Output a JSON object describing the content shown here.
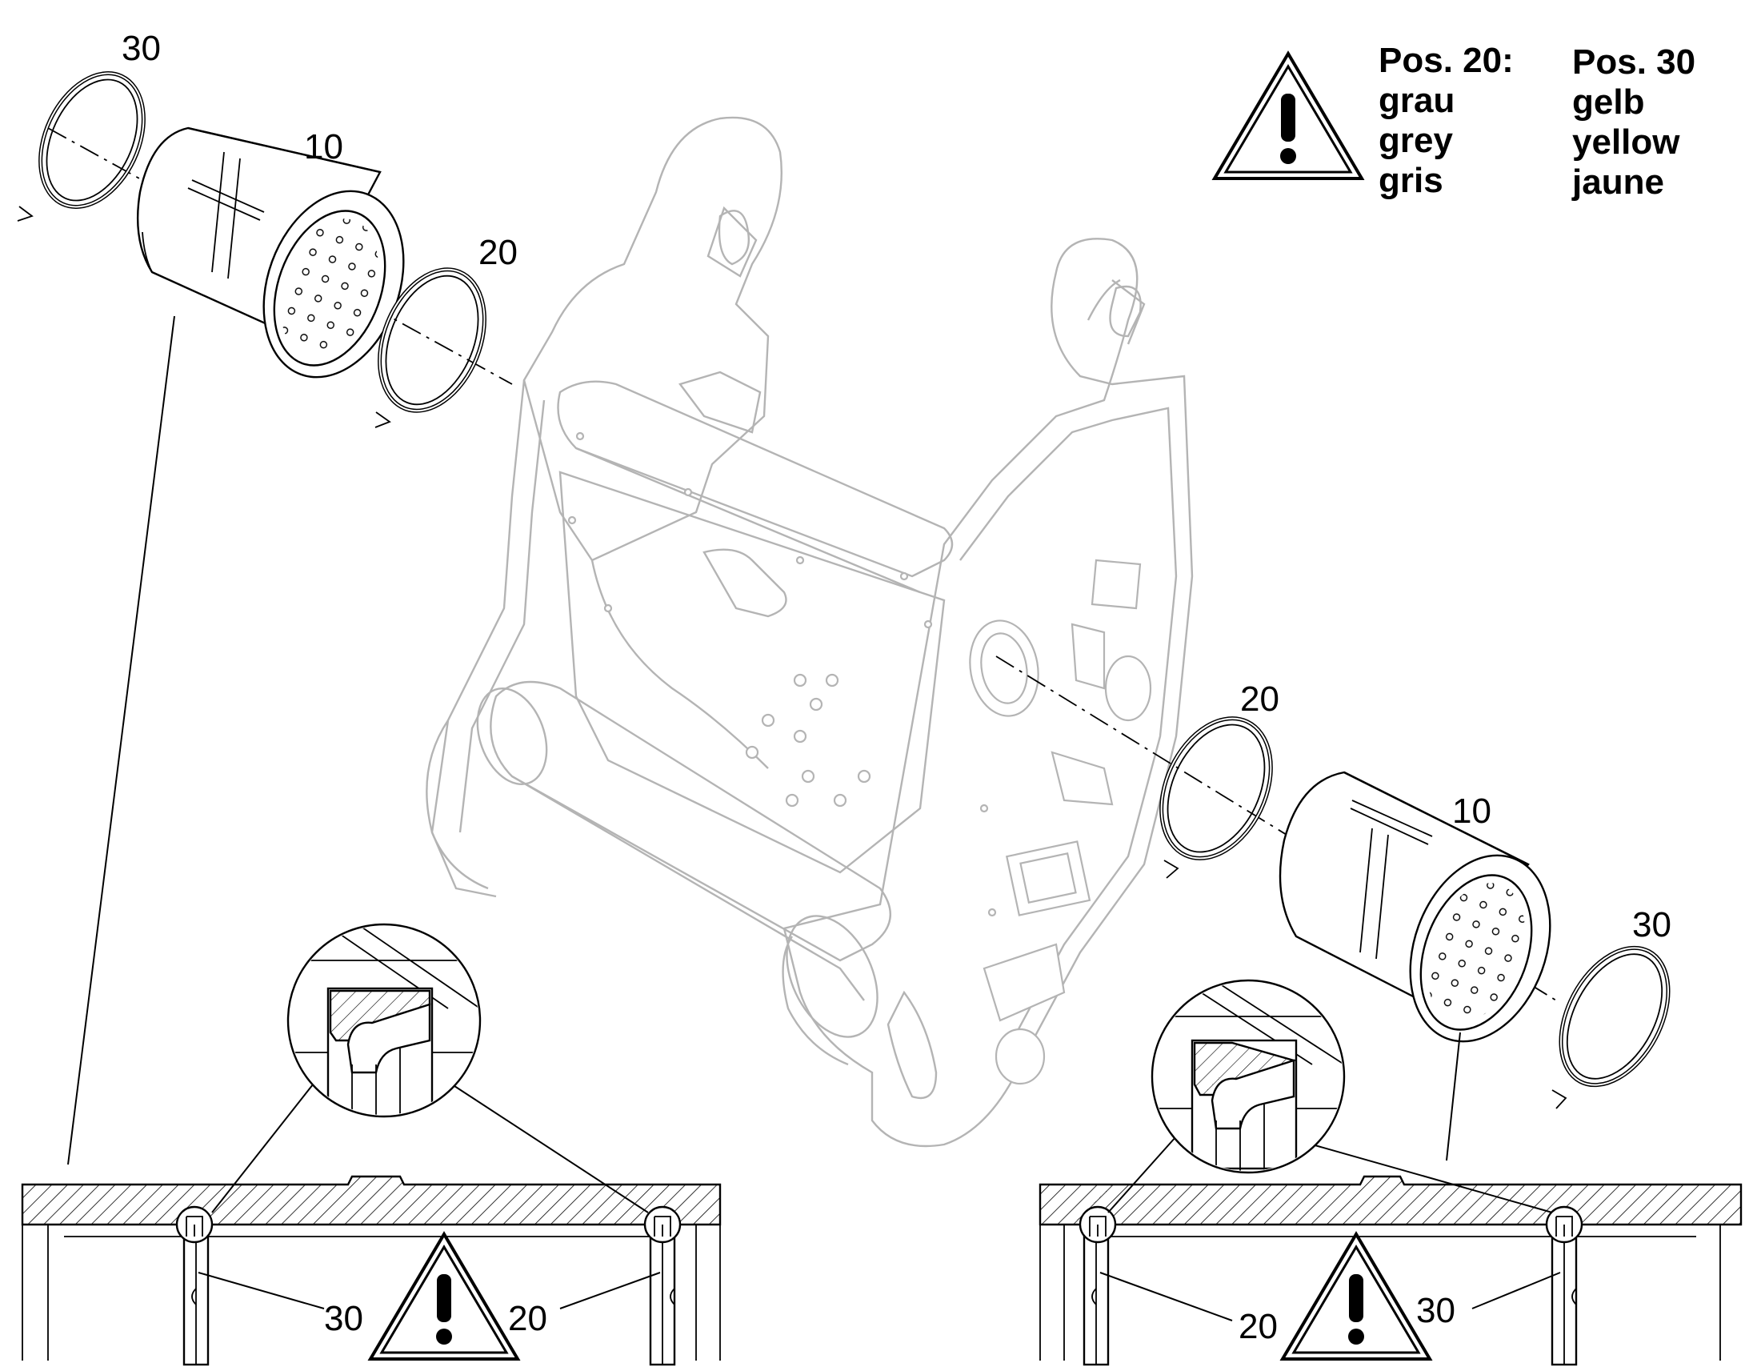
{
  "callouts": {
    "ring_top_left": "30",
    "bushing_top_left": "10",
    "ring_mid_left": "20",
    "ring_mid_right": "20",
    "bushing_right": "10",
    "ring_right": "30",
    "section_left_a": "30",
    "section_left_b": "20",
    "section_right_a": "20",
    "section_right_b": "30"
  },
  "color_note": {
    "pos20_title": "Pos. 20:",
    "pos20_de": "grau",
    "pos20_en": "grey",
    "pos20_fr": "gris",
    "pos30_title": "Pos. 30",
    "pos30_de": "gelb",
    "pos30_en": "yellow",
    "pos30_fr": "jaune"
  },
  "icons": {
    "note": "warning-triangle-icon",
    "section_left": "warning-triangle-icon",
    "section_right": "warning-triangle-icon"
  },
  "colors": {
    "frame_outline": "#b4b4b4",
    "parts_outline": "#000000",
    "background": "#ffffff"
  }
}
